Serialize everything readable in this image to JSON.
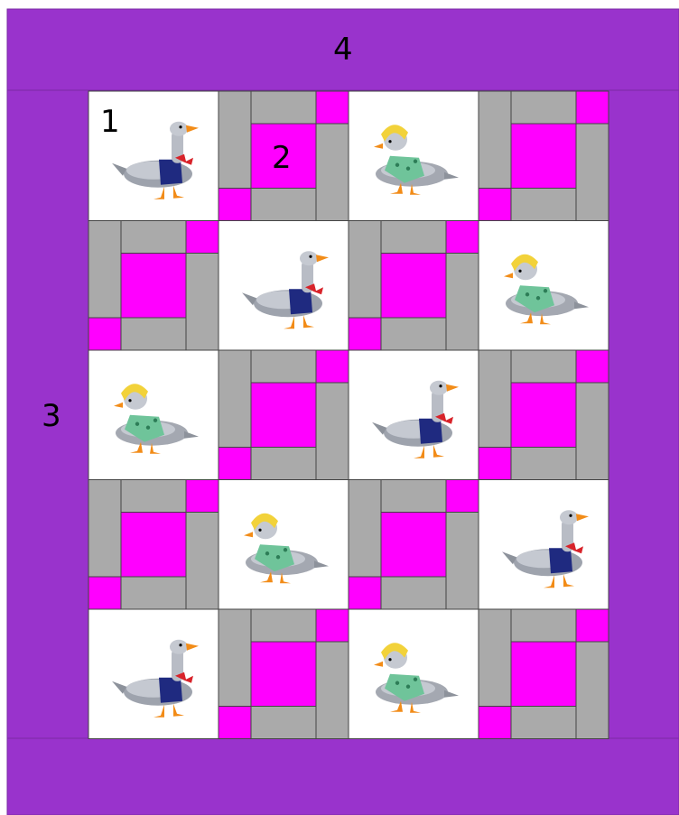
{
  "labels": {
    "block_1": "1",
    "block_2": "2",
    "border_3": "3",
    "border_4": "4"
  },
  "colors": {
    "border": "#9933cc",
    "border_outline": "#7a2aa5",
    "plain_block": "#ffffff",
    "strip": "#aaaaaa",
    "square": "#ff00ff",
    "seam": "#444444"
  },
  "grid": {
    "rows": 5,
    "cols": 4,
    "pattern": [
      [
        "goose-bowtie",
        "pieced",
        "goose-bonnet",
        "pieced"
      ],
      [
        "pieced",
        "goose-bowtie",
        "pieced",
        "goose-bonnet"
      ],
      [
        "goose-bonnet",
        "pieced",
        "goose-bowtie",
        "pieced"
      ],
      [
        "pieced",
        "goose-bonnet",
        "pieced",
        "goose-bowtie"
      ],
      [
        "goose-bowtie",
        "pieced",
        "goose-bonnet",
        "pieced"
      ]
    ]
  }
}
